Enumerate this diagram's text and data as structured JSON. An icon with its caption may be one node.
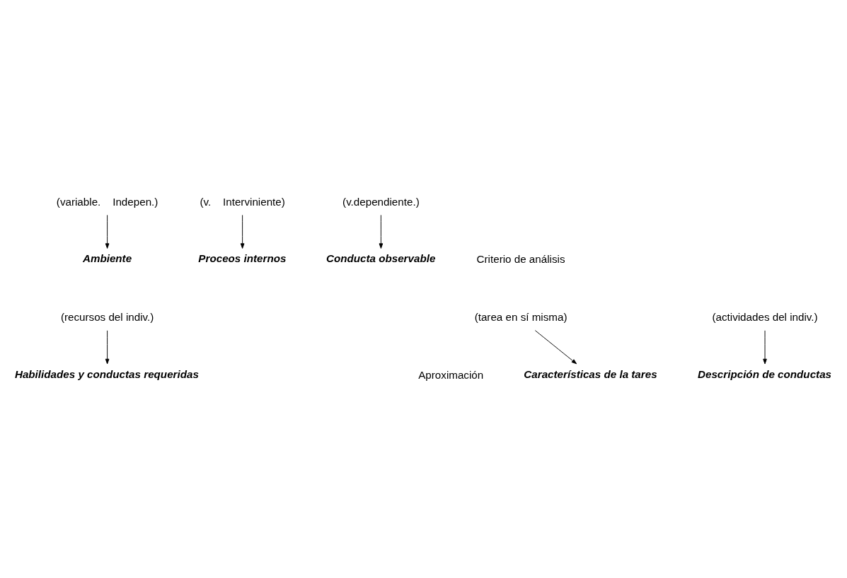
{
  "diagram": {
    "nodes": [
      {
        "text": [
          "(variable.    Indepen.)"
        ]
      },
      {
        "text": [
          "(v.    Interviniente)"
        ]
      },
      {
        "text": [
          "(v.dependiente.)"
        ]
      },
      {
        "text": [
          "Criterio de análisis"
        ]
      },
      {
        "text": [
          "Ambiente"
        ]
      },
      {
        "text": [
          "Proceos internos"
        ]
      },
      {
        "text": [
          "Conducta observable"
        ]
      },
      {
        "text": [
          "(tarea en sí misma)"
        ]
      },
      {
        "text": [
          "(recursos del indiv.)"
        ]
      },
      {
        "text": [
          "(actividades del indiv.)"
        ]
      },
      {
        "text": [
          "Aproximación"
        ]
      },
      {
        "text": [
          "Características de la tares"
        ]
      },
      {
        "text": [
          "Habilidades y conductas requeridas"
        ]
      },
      {
        "text": [
          "Descripción de conductas"
        ]
      }
    ],
    "edges": [
      {
        "from": 0,
        "to": 4,
        "arrow": "to"
      },
      {
        "from": 1,
        "to": 5,
        "arrow": "to"
      },
      {
        "from": 2,
        "to": 6,
        "arrow": "to"
      },
      {
        "from": 7,
        "to": 11,
        "arrow": "to"
      },
      {
        "from": 8,
        "to": 12,
        "arrow": "to"
      },
      {
        "from": 9,
        "to": 13,
        "arrow": "to"
      }
    ]
  }
}
